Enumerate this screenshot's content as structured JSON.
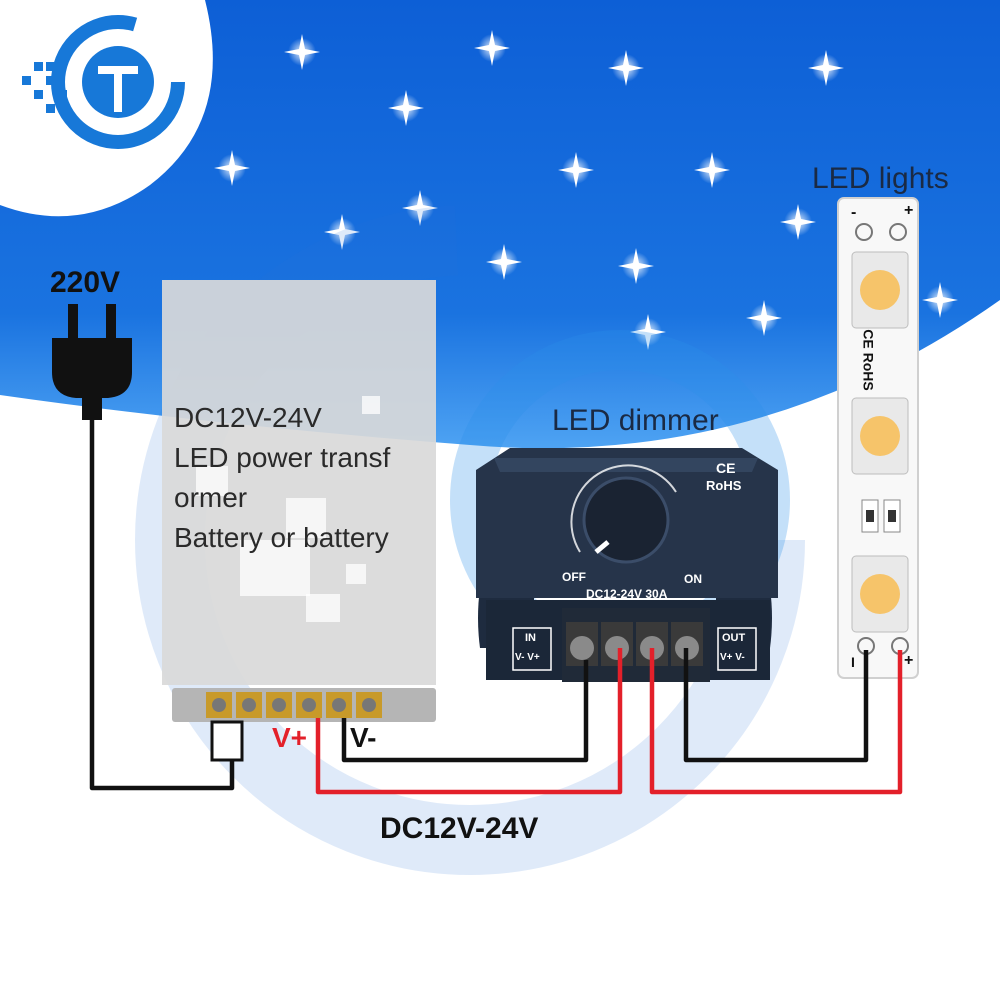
{
  "colors": {
    "sky_blue": "#1a73e0",
    "wire_black": "#111111",
    "wire_red": "#e3202a",
    "led_amber": "#f6c46a",
    "dimmer_body": "#26344a"
  },
  "icons": [
    "logo-icon",
    "star-icon",
    "power-plug-icon"
  ],
  "labels": {
    "mains_voltage": "220V",
    "dimmer_title": "LED dimmer",
    "strip_title": "LED lights",
    "output_voltage": "DC12V-24V",
    "psu_v_plus": "V+",
    "psu_v_minus": "V-"
  },
  "power_supply": {
    "lines": [
      "DC12V-24V",
      "LED power transf",
      "ormer",
      "Battery or battery"
    ]
  },
  "dimmer": {
    "rating": "DC12-24V 30A",
    "off_label": "OFF",
    "on_label": "ON",
    "cert_ce": "CE",
    "cert_rohs": "RoHS",
    "in_label": "IN",
    "in_terms": "V- V+",
    "out_label": "OUT",
    "out_terms": "V+ V-"
  },
  "strip": {
    "top_minus": "-",
    "top_plus": "+",
    "marking": "CE RoHS",
    "bottom_minus": "I",
    "bottom_plus": "+"
  }
}
